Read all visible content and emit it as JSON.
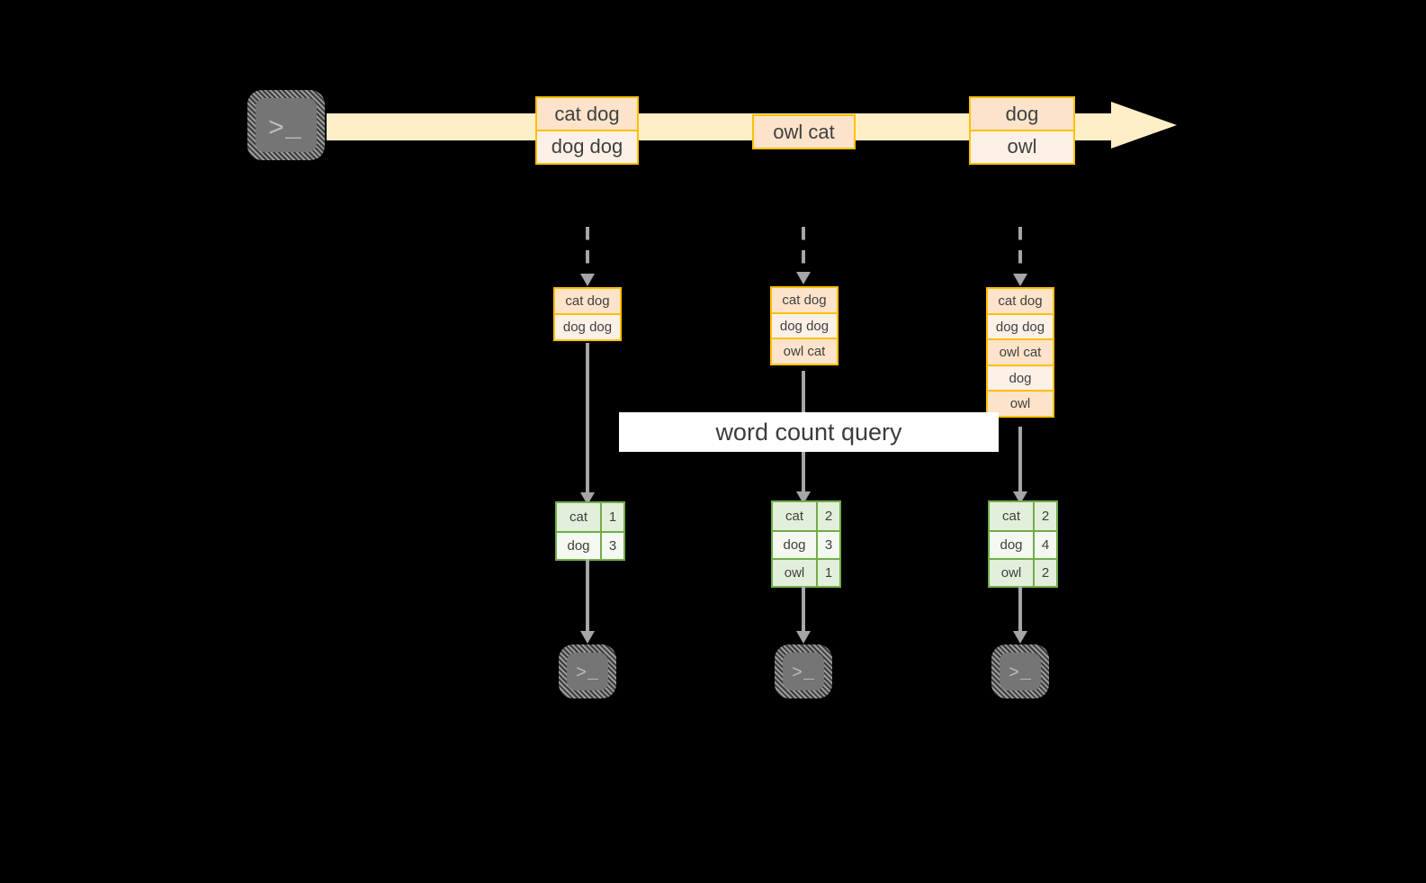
{
  "diagram": {
    "background_color": "#000000",
    "title_label": "word count query",
    "colors": {
      "stream_arrow": "#FFEFC8",
      "message_border": "#FFC000",
      "message_fill_dark": "#FCE3CA",
      "message_fill_light": "#FDF1E7",
      "result_border": "#70AD47",
      "result_fill_dark": "#E2EFDA",
      "result_fill_light": "#F3F8F0",
      "connector": "#A6A6A6",
      "terminal_fill": "#757575",
      "label_band": "#FFFFFF"
    }
  },
  "source": {
    "icon": "terminal-icon",
    "prompt": ">_"
  },
  "stream": {
    "groups": [
      {
        "name": "stream-group-1",
        "messages": [
          {
            "text": "cat dog",
            "tone": "dark"
          },
          {
            "text": "dog dog",
            "tone": "light"
          }
        ]
      },
      {
        "name": "stream-group-2",
        "messages": [
          {
            "text": "owl cat",
            "tone": "dark"
          }
        ]
      },
      {
        "name": "stream-group-3",
        "messages": [
          {
            "text": "dog",
            "tone": "dark"
          },
          {
            "text": "owl",
            "tone": "light"
          }
        ]
      }
    ]
  },
  "stages": [
    {
      "name": "stage-1",
      "accumulator": [
        {
          "text": "cat dog",
          "tone": "dark"
        },
        {
          "text": "dog dog",
          "tone": "light"
        }
      ],
      "result": {
        "rows": [
          {
            "word": "cat",
            "count": "1",
            "tone": "dark"
          },
          {
            "word": "dog",
            "count": "3",
            "tone": "light"
          }
        ]
      },
      "sink": {
        "icon": "terminal-icon",
        "prompt": ">_"
      }
    },
    {
      "name": "stage-2",
      "accumulator": [
        {
          "text": "cat dog",
          "tone": "dark"
        },
        {
          "text": "dog dog",
          "tone": "light"
        },
        {
          "text": "owl cat",
          "tone": "dark"
        }
      ],
      "result": {
        "rows": [
          {
            "word": "cat",
            "count": "2",
            "tone": "dark"
          },
          {
            "word": "dog",
            "count": "3",
            "tone": "light"
          },
          {
            "word": "owl",
            "count": "1",
            "tone": "dark"
          }
        ]
      },
      "sink": {
        "icon": "terminal-icon",
        "prompt": ">_"
      }
    },
    {
      "name": "stage-3",
      "accumulator": [
        {
          "text": "cat dog",
          "tone": "dark"
        },
        {
          "text": "dog dog",
          "tone": "light"
        },
        {
          "text": "owl cat",
          "tone": "dark"
        },
        {
          "text": "dog",
          "tone": "light"
        },
        {
          "text": "owl",
          "tone": "dark"
        }
      ],
      "result": {
        "rows": [
          {
            "word": "cat",
            "count": "2",
            "tone": "dark"
          },
          {
            "word": "dog",
            "count": "4",
            "tone": "light"
          },
          {
            "word": "owl",
            "count": "2",
            "tone": "dark"
          }
        ]
      },
      "sink": {
        "icon": "terminal-icon",
        "prompt": ">_"
      }
    }
  ]
}
